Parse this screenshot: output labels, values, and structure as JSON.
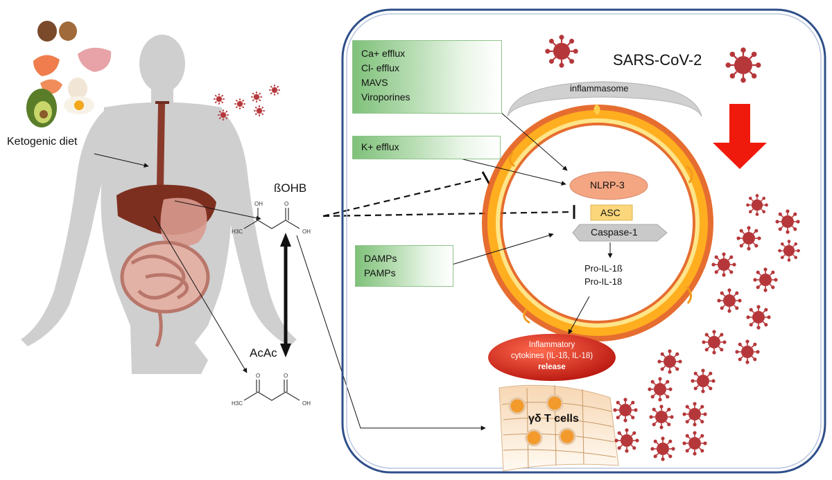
{
  "labels": {
    "ketogenic_diet": "Ketogenic diet",
    "bohb": "ßOHB",
    "acac": "AcAc",
    "sars_cov2": "SARS-CoV-2",
    "inflammasome": "inflammasome",
    "nlrp3": "NLRP-3",
    "asc": "ASC",
    "caspase1": "Caspase-1",
    "pro_il1b": "Pro-IL-1ß",
    "pro_il18": "Pro-IL-18",
    "cytokines_line1": "Inflammatory",
    "cytokines_line2": "cytokines (IL-1ß, IL-18)",
    "cytokines_line3": "release",
    "tcells": "γδ T cells"
  },
  "boxes": {
    "ion_box": [
      "Ca+ efflux",
      "Cl- efflux",
      "MAVS",
      "Viroporines"
    ],
    "k_box": "K+ efflux",
    "damps": "DAMPs",
    "pamps": "PAMPs"
  },
  "chem": {
    "oh": "OH",
    "o": "O",
    "h3c": "H3C"
  },
  "colors": {
    "virus": "#b5373a",
    "nlrp_fill": "#f4a582",
    "asc_fill": "#fbd67b",
    "caspase_fill": "#c9c9c9",
    "cytokine_fill": "#d42b1e",
    "ring_fire": "#f08a16",
    "arrow_red": "#f01a0c",
    "green_box": "#7fc17a",
    "cell_border": "#2f4f8a"
  }
}
